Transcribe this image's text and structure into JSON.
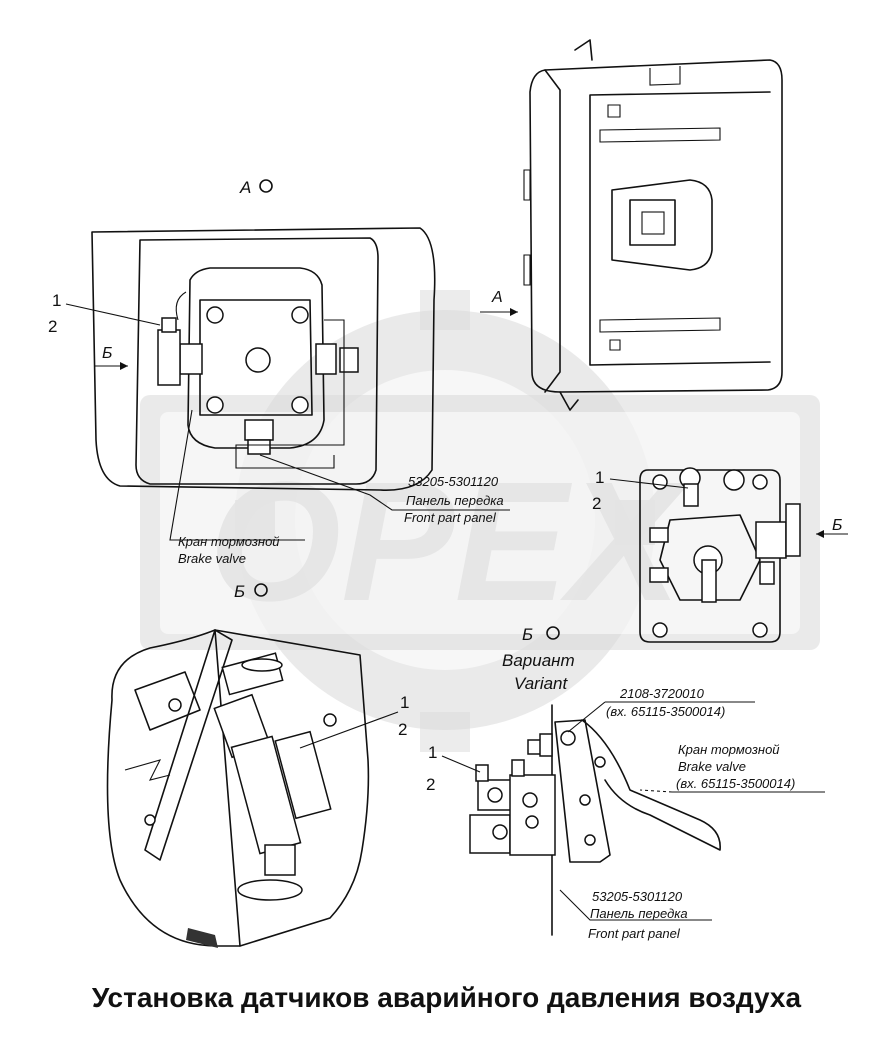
{
  "title": "Установка датчиков аварийного давления воздуха",
  "watermark": "OPEX",
  "view_a": {
    "label": "A",
    "arrow_label": "A",
    "callout_1": "1",
    "callout_2": "2",
    "arrow_b": "Б"
  },
  "view_b_top": {
    "label": "Б"
  },
  "view_b_variant": {
    "label": "Б",
    "variant_ru": "Вариант",
    "variant_en": "Variant"
  },
  "right_detail": {
    "callout_1": "1",
    "callout_2": "2",
    "arrow_b": "Б"
  },
  "bottom_left": {
    "callout_1": "1",
    "callout_2": "2"
  },
  "bottom_right": {
    "callout_1": "1",
    "callout_2": "2"
  },
  "labels": {
    "panel_code_top": "53205-5301120",
    "panel_ru_top": "Панель передка",
    "panel_en_top": "Front part panel",
    "brake_ru_left": "Кран тормозной",
    "brake_en_left": "Brake valve",
    "sensor_code": "2108-3720010",
    "sensor_ex": "(вх. 65115-3500014)",
    "brake_ru_right": "Кран тормозной",
    "brake_en_right": "Brake valve",
    "brake_ex_right": "(вх. 65115-3500014)",
    "panel_code_bottom": "53205-5301120",
    "panel_ru_bottom": "Панель передка",
    "panel_en_bottom": "Front part panel"
  },
  "colors": {
    "ink": "#111111",
    "watermark": "#d9d9d9",
    "background": "#ffffff"
  }
}
